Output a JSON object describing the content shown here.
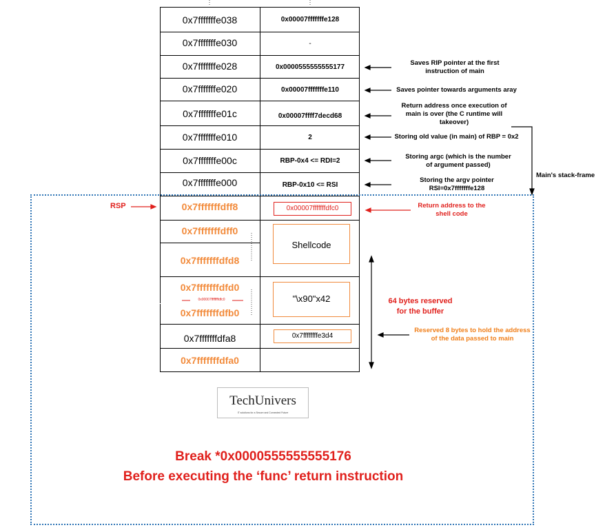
{
  "rows": [
    {
      "addr": "0x7fffffffe038",
      "value": "0x00007fffffffe128",
      "note": ""
    },
    {
      "addr": "0x7fffffffe030",
      "value": "-",
      "note": ""
    },
    {
      "addr": "0x7fffffffe028",
      "value": "0x0000555555555177",
      "note": "Saves RIP pointer at the first instruction of main"
    },
    {
      "addr": "0x7fffffffe020",
      "value": "0x00007fffffffe110",
      "note": "Saves pointer towards arguments aray"
    },
    {
      "addr": "0x7fffffffe01c",
      "value": "0x00007ffff7decd68",
      "note": "Return address once execution of main is over (the C runtime will takeover)"
    },
    {
      "addr": "0x7fffffffe010",
      "value": "2",
      "note": "Storing old value (in main) of RBP = 0x2"
    },
    {
      "addr": "0x7fffffffe00c",
      "value": "RBP-0x4 <= RDI=2",
      "note": "Storing argc (which is the number of argument passed)"
    },
    {
      "addr": "0x7fffffffe000",
      "value": "RBP-0x10 <= RSI",
      "note": "Storing the argv pointer RSI=0x7fffffffe128"
    }
  ],
  "frame_rows": [
    {
      "addr": "0x7fffffffdff8",
      "value": "0x00007fffffffdfc0",
      "note": "Return address to the shell code"
    },
    {
      "addr": "0x7fffffffdff0"
    },
    {
      "addr": "0x7fffffffdfd8"
    },
    {
      "addr": "0x7fffffffdfd0"
    },
    {
      "addr": "0x7fffffffdfb0"
    },
    {
      "addr": "0x7fffffffdfa8",
      "value": "0x7ffffffffe3d4",
      "note": "Reserved 8 bytes to hold the address of the data passed to main"
    },
    {
      "addr": "0x7fffffffdfa0"
    }
  ],
  "small_addr": "0x00007ffffffffdfc0",
  "shellcode_label": "Shellcode",
  "nop_label": "\"\\x90\"x42",
  "rsp_label": "RSP",
  "main_frame_label": "Main's stack-frame",
  "buffer_label": "64 bytes reserved for the buffer",
  "logo_text": "TechUnivers",
  "logo_tagline": "IT solutions for a Secure and Connected Future",
  "break_line1": "Break *0x0000555555555176",
  "break_line2": "Before executing the ‘func’ return instruction",
  "colors": {
    "red": "#e0201c",
    "orange": "#f28a3a",
    "blue": "#2e74b5"
  }
}
